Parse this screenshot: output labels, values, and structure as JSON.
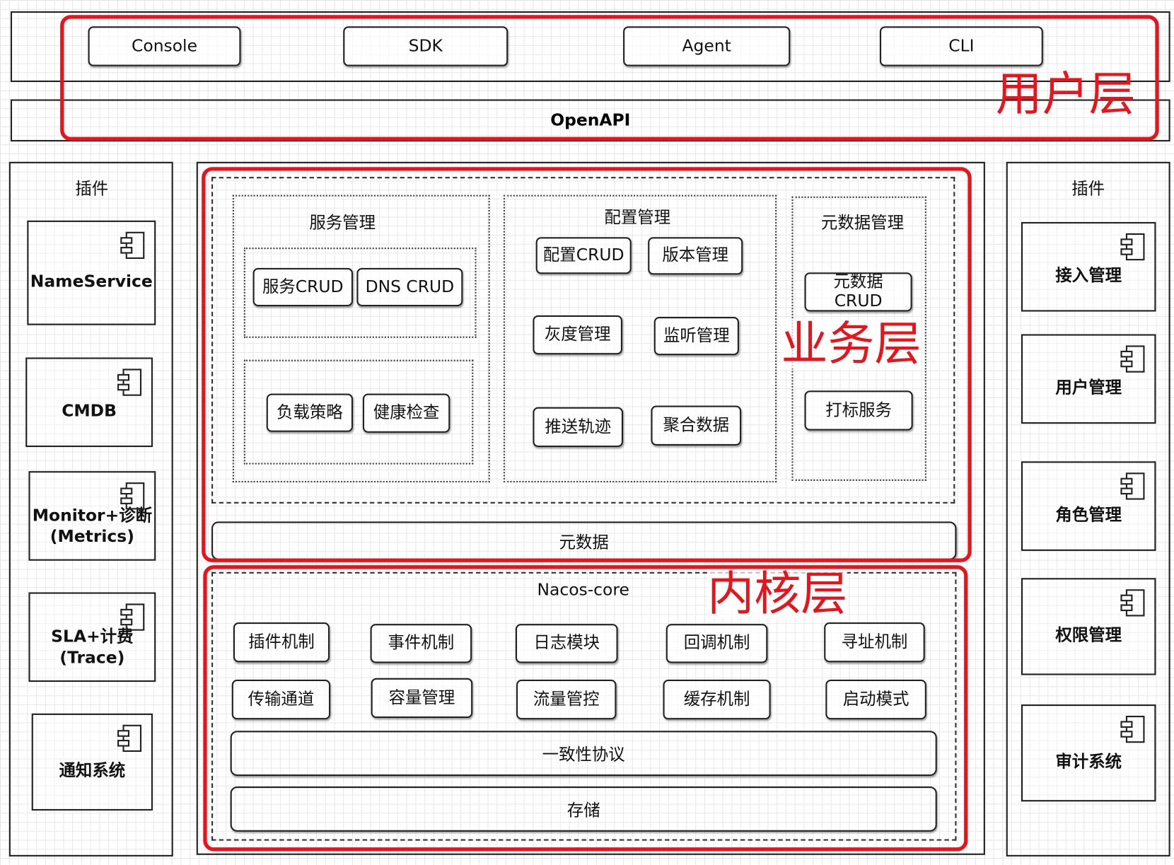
{
  "user_layer": {
    "clients": [
      "Console",
      "SDK",
      "Agent",
      "CLI"
    ],
    "openapi": "OpenAPI",
    "label": "用户层"
  },
  "left_plugins": {
    "title": "插件",
    "items": [
      "NameService",
      "CMDB",
      "Monitor+诊断\n(Metrics)",
      "SLA+计费\n(Trace)",
      "通知系统"
    ]
  },
  "right_plugins": {
    "title": "插件",
    "items": [
      "接入管理",
      "用户管理",
      "角色管理",
      "权限管理",
      "审计系统"
    ]
  },
  "business_layer": {
    "label": "业务层",
    "service_mgmt": {
      "title": "服务管理",
      "items": [
        "服务CRUD",
        "DNS CRUD",
        "负载策略",
        "健康检查"
      ]
    },
    "config_mgmt": {
      "title": "配置管理",
      "items": [
        "配置CRUD",
        "版本管理",
        "灰度管理",
        "监听管理",
        "推送轨迹",
        "聚合数据"
      ]
    },
    "metadata_mgmt": {
      "title": "元数据管理",
      "items": [
        "元数据\nCRUD",
        "打标服务"
      ]
    },
    "metadata_bar": "元数据"
  },
  "kernel_layer": {
    "label": "内核层",
    "title": "Nacos-core",
    "row1": [
      "插件机制",
      "事件机制",
      "日志模块",
      "回调机制",
      "寻址机制"
    ],
    "row2": [
      "传输通道",
      "容量管理",
      "流量管控",
      "缓存机制",
      "启动模式"
    ],
    "consistency": "一致性协议",
    "storage": "存储"
  },
  "colors": {
    "highlight": "#e8141b",
    "line": "#222222",
    "grid": "#e4e4e4"
  },
  "icons": {
    "component": "uml-component-icon"
  }
}
